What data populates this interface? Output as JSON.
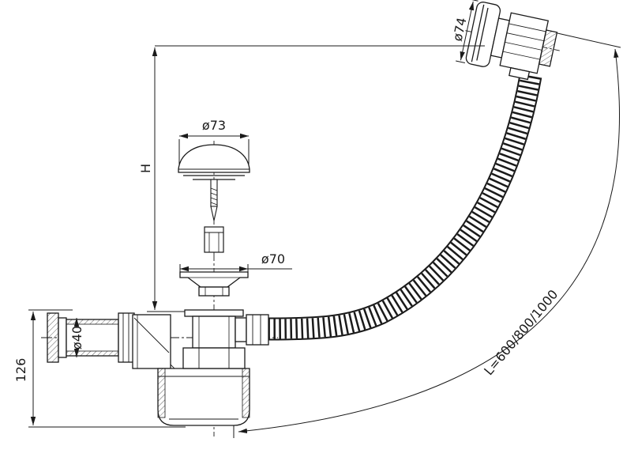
{
  "diagram": {
    "ink_color": "#1a1a1a",
    "background_color": "#ffffff",
    "labels": {
      "cap_diameter": "ø73",
      "overflow_diameter": "ø74",
      "flange_diameter": "ø70",
      "pipe_diameter": "ø40",
      "trap_height": "126",
      "installation_height": "H",
      "hose_length": "L=600/800/1000"
    }
  }
}
